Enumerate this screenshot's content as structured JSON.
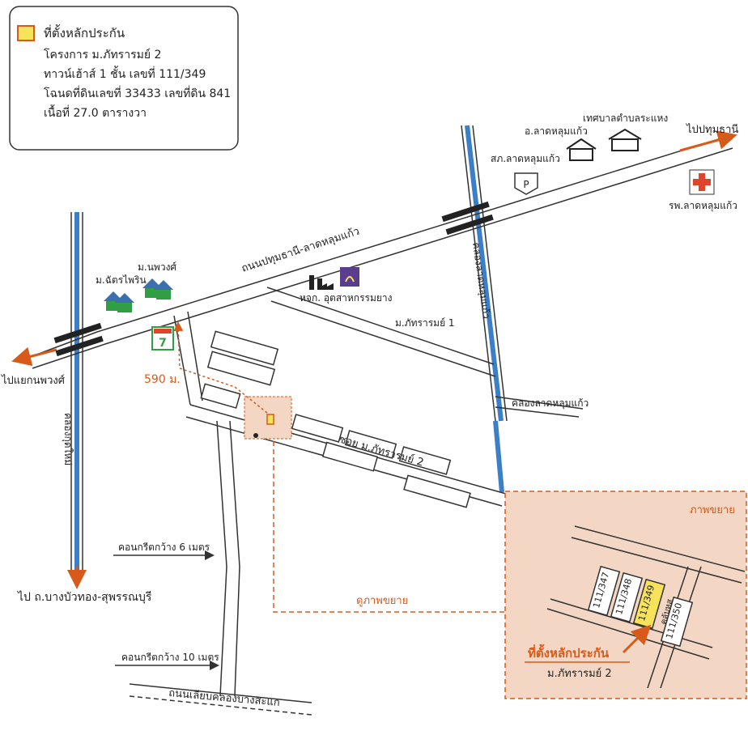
{
  "legend": {
    "title": "ที่ตั้งหลักประกัน",
    "lines": [
      "โครงการ  ม.ภัทรารมย์ 2",
      "ทาวน์เฮ้าส์ 1 ชั้น เลขที่ 111/349",
      "โฉนดที่ดินเลขที่ 33433 เลขที่ดิน 841",
      "เนื้อที่ 27.0 ตารางวา"
    ]
  },
  "labels": {
    "to_pathum": "ไปปทุมธานี",
    "to_phawong": "ไปแยกนพวงศ์",
    "to_bangbuathong": "ไป ถ.บางบัวทอง-สุพรรณบุรี",
    "main_road": "ถนนปทุมธานี-ลาดหลุมแก้ว",
    "klong_ku_ta_mai": "คลองกุดใหม่",
    "klong_right": "คลองลาดหลุมแก้ว",
    "klong_lat_lum_kaeo": "คลองลาดหลุมแก้ว",
    "district_office": "อ.ลาดหลุมแก้ว",
    "municipality": "เทศบาลตำบลระแหง",
    "police": "สภ.ลาดหลุมแก้ว",
    "hospital": "รพ.ลาดหลุมแก้ว",
    "village_chatphai": "ม.ฉัตรไพริน",
    "village_nopphawong": "ม.นพวงศ์",
    "factory": "หจก. อุตสาหกรรมยาง",
    "pattararom1": "ม.ภัทรารมย์ 1",
    "soi_pattararom2": "ซอย ม.ภัทรารมย์ 2",
    "distance": "590 ม.",
    "concrete6": "คอนกรีตกว้าง 6 เมตร",
    "concrete10": "คอนกรีตกว้าง 10 เมตร",
    "bypass_road": "ถนนเลียบคลองบางสะแก",
    "see_zoom": "ดูภาพขยาย",
    "seven_eleven": "7",
    "police_sign": "P"
  },
  "zoom": {
    "title": "ภาพขยาย",
    "houses": [
      "111/347",
      "111/348",
      "111/349",
      "111/350"
    ],
    "clubhouse": "คลับหส",
    "pointer_title": "ที่ตั้งหลักประกัน",
    "pointer_sub": "ม.ภัทรารมย์ 2"
  },
  "colors": {
    "road": "#333333",
    "canal": "#3b7fc9",
    "highlight": "#f7e35a",
    "orange": "#d85a1a",
    "zoom_bg": "#f4d6c4",
    "hospital_red": "#e0452b",
    "village_green": "#2f9e44",
    "village_blue": "#3b6fb0",
    "factory_purple": "#5a3d8c"
  }
}
